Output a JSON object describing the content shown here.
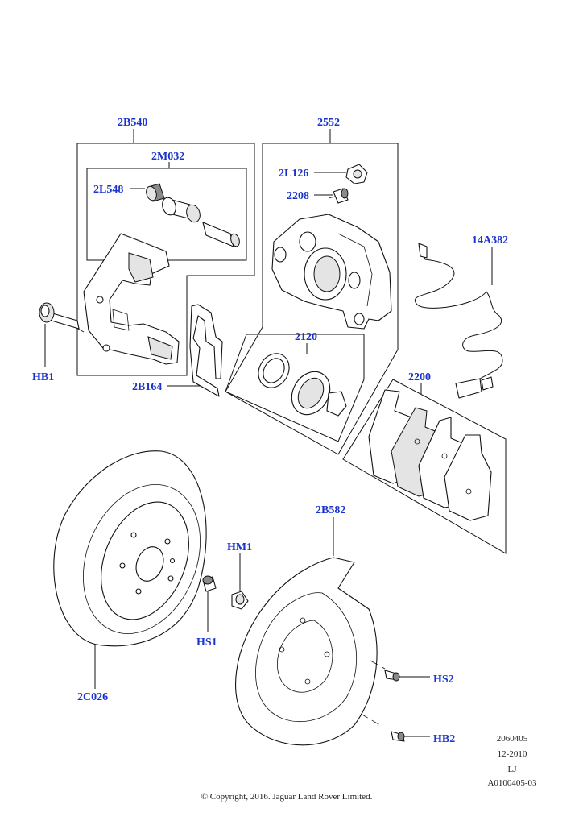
{
  "callouts": {
    "c2b540": "2B540",
    "c2m032": "2M032",
    "c2l548": "2L548",
    "c2552": "2552",
    "c2l126": "2L126",
    "c2208": "2208",
    "c14a382": "14A382",
    "c2120": "2120",
    "c2200": "2200",
    "chb1": "HB1",
    "c2b164": "2B164",
    "c2b582": "2B582",
    "chm1": "HM1",
    "chs1": "HS1",
    "chs2": "HS2",
    "chb2": "HB2",
    "c2c026": "2C026"
  },
  "drawing_info": {
    "number": "2060405",
    "date": "12-2010",
    "initials": "LJ",
    "reference": "A0100405-03"
  },
  "copyright": "© Copyright, 2016. Jaguar Land Rover Limited."
}
